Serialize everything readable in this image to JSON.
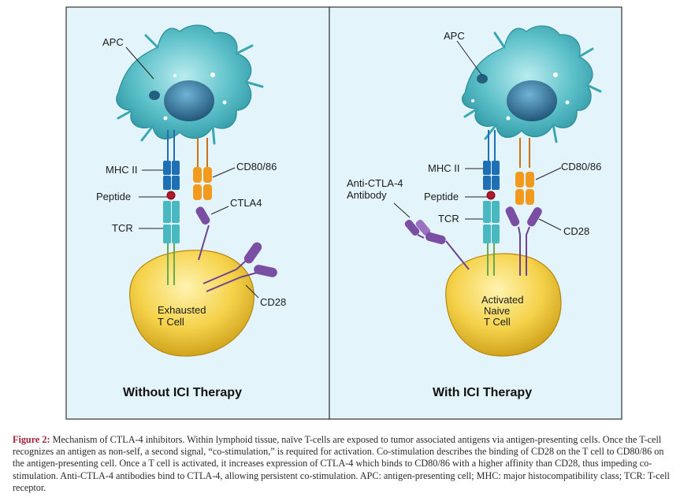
{
  "left_panel": {
    "title": "Without ICI Therapy",
    "labels": {
      "apc": "APC",
      "mhc": "MHC II",
      "peptide": "Peptide",
      "tcr": "TCR",
      "cd80": "CD80/86",
      "ctla4": "CTLA4",
      "cd28": "CD28",
      "tcell_line1": "Exhausted",
      "tcell_line2": "T Cell"
    }
  },
  "right_panel": {
    "title": "With ICI Therapy",
    "labels": {
      "apc": "APC",
      "antibody_line1": "Anti-CTLA-4",
      "antibody_line2": "Antibody",
      "mhc": "MHC II",
      "peptide": "Peptide",
      "tcr": "TCR",
      "cd80": "CD80/86",
      "cd28": "CD28",
      "tcell_line1": "Activated",
      "tcell_line2": "Naive",
      "tcell_line3": "T Cell"
    }
  },
  "caption": {
    "figure_label": "Figure 2:",
    "text": "Mechanism of CTLA-4 inhibitors. Within lymphoid tissue, naïve T-cells are exposed to tumor associated antigens via antigen-presenting cells. Once the T-cell recognizes an antigen as non-self, a second signal, “co-stimulation,” is required for activation. Co-stimulation describes the binding of CD28 on the T cell to CD80/86 on the antigen-presenting cell. Once a T cell is activated, it increases expression of CTLA-4 which binds to CD80/86 with a higher affinity than CD28, thus impeding co-stimulation. Anti-CTLA-4 antibodies bind to CTLA-4, allowing persistent co-stimulation. APC: antigen-presenting cell; MHC: major histocompatibility class; TCR: T-cell receptor."
  },
  "colors": {
    "panel_bg": "#e4f4fb",
    "apc": "#4fb3bf",
    "apc_nucleus": "#2e6f93",
    "mhc": "#1f6fb5",
    "tcr": "#4ab8c0",
    "peptide": "#b5172b",
    "cd80": "#f29a1d",
    "ctla4": "#7a4ea3",
    "tcell": "#f2c93a",
    "caption_label": "#a3233a"
  }
}
